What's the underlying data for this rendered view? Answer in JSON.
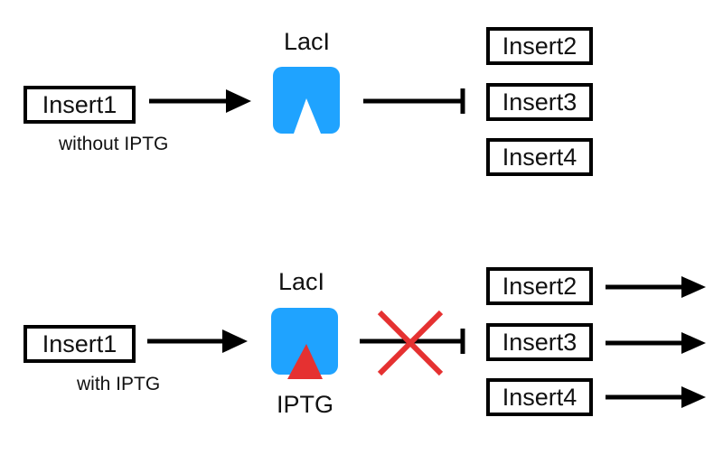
{
  "top": {
    "input_label": "Insert1",
    "condition_label": "without IPTG",
    "repressor_label": "LacI",
    "targets": [
      "Insert2",
      "Insert3",
      "Insert4"
    ]
  },
  "bottom": {
    "input_label": "Insert1",
    "condition_label": "with IPTG",
    "repressor_label": "LacI",
    "inducer_label": "IPTG",
    "targets": [
      "Insert2",
      "Insert3",
      "Insert4"
    ]
  },
  "colors": {
    "repressor": "#1fa3ff",
    "inducer": "#e53131",
    "cross": "#e53131",
    "line": "#000000"
  }
}
